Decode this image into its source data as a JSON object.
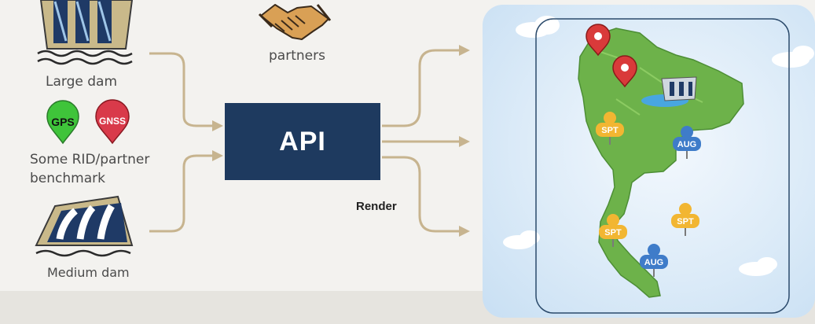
{
  "sources": {
    "large_dam": "Large dam",
    "benchmark_line1": "Some RID/partner",
    "benchmark_line2": "benchmark",
    "medium_dam": "Medium dam",
    "gps_badge": "GPS",
    "gnss_badge": "GNSS"
  },
  "partners": "partners",
  "api": "API",
  "render": "Render",
  "map": {
    "markers": [
      {
        "type": "SPT",
        "color": "#f2b632"
      },
      {
        "type": "AUG",
        "color": "#3f7cc9"
      },
      {
        "type": "SPT",
        "color": "#f2b632"
      },
      {
        "type": "SPT",
        "color": "#f2b632"
      },
      {
        "type": "AUG",
        "color": "#3f7cc9"
      }
    ]
  },
  "colors": {
    "api_box": "#1e3a5f",
    "arrows": "#c7b48f",
    "land": "#6db24a",
    "gps": "#3fc43a",
    "gnss": "#d93a4a"
  }
}
